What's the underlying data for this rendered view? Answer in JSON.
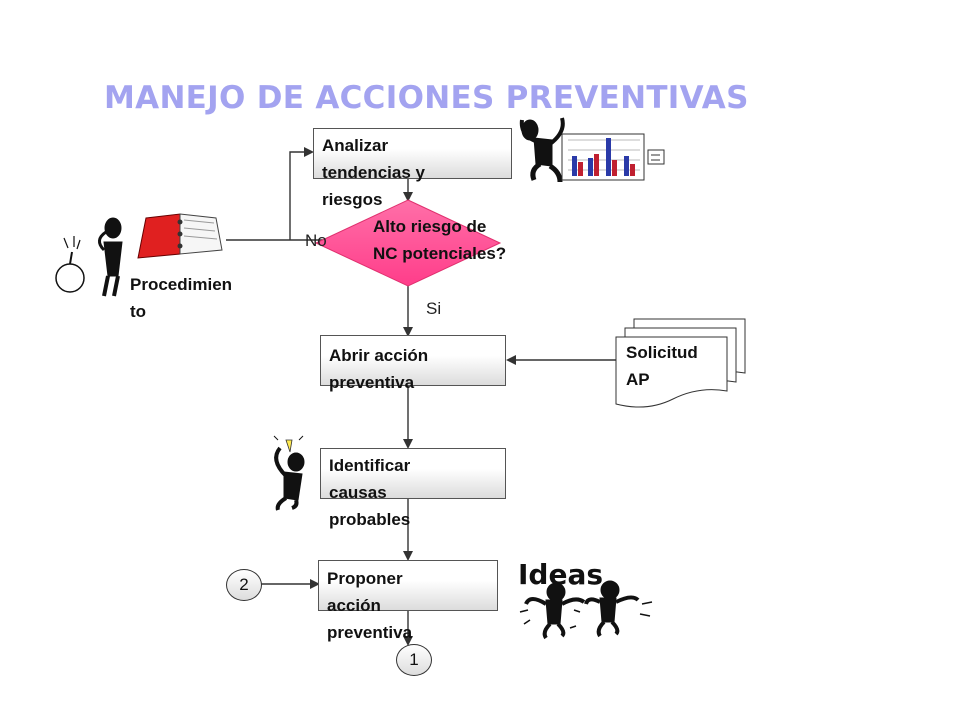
{
  "title": "MANEJO DE ACCIONES PREVENTIVAS",
  "nodes": {
    "analizar": "Analizar\ntendencias y\nriesgos",
    "decision": "Alto riesgo de\nNC potenciales?",
    "abrir": "Abrir acción\n preventiva",
    "identificar": "Identificar\ncausas\nprobables",
    "proponer": "Proponer\nacción\npreventiva",
    "procedimiento": "Procedimien\nto",
    "solicitud": "Solicitud\nAP"
  },
  "edges": {
    "no": "No",
    "si": "Si"
  },
  "connectors": {
    "one": "1",
    "two": "2"
  },
  "clipart": {
    "ideas_text": "Ideas"
  },
  "icons": [
    "confused-figure-icon",
    "bomb-icon",
    "red-binder-icon",
    "dancing-figure-icon",
    "bar-chart-icon",
    "lightbulb-figure-icon",
    "ideas-figures-icon"
  ],
  "colors": {
    "title": "#a3a3f0",
    "binder": "#e02020",
    "bars_blue": "#2a3aa8",
    "bars_red": "#c02030"
  }
}
